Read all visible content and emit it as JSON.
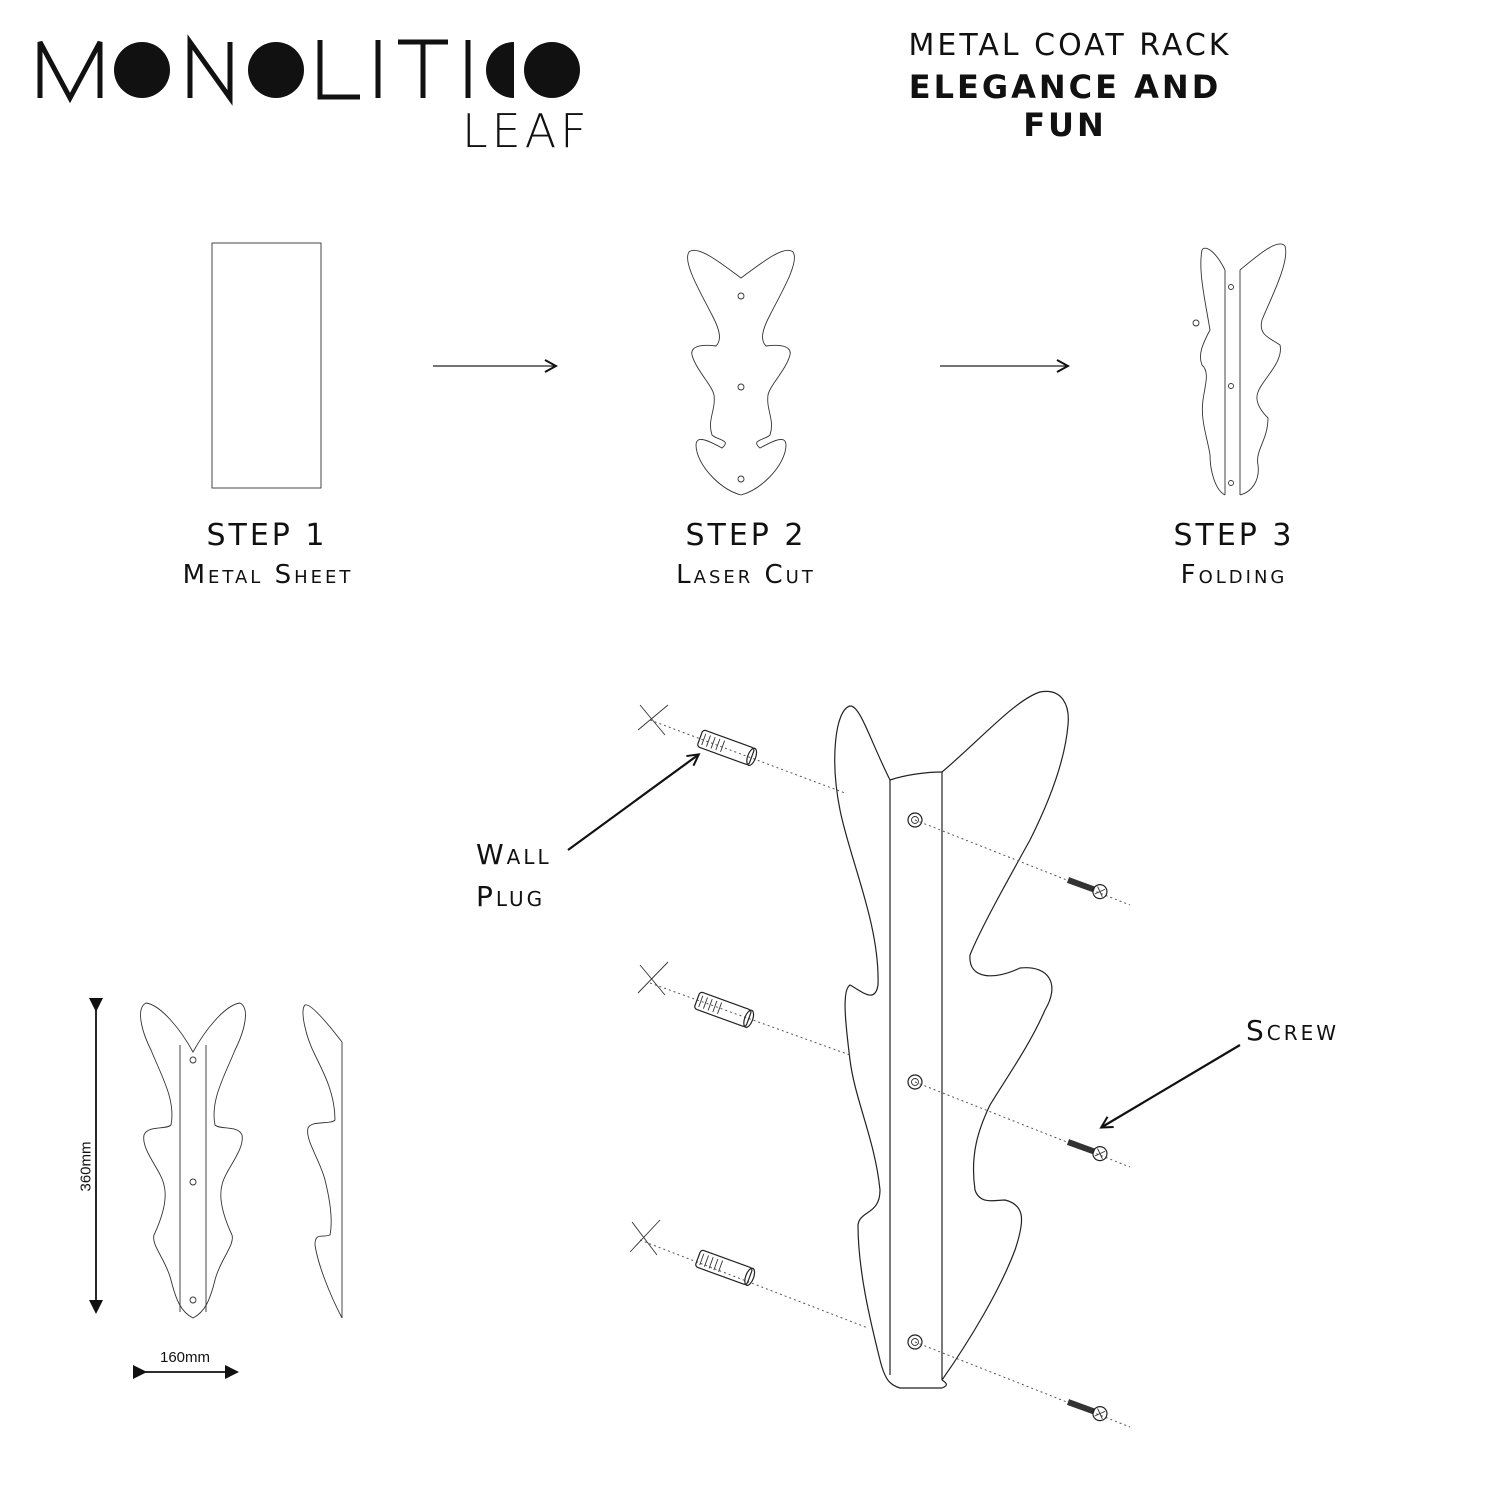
{
  "brand": {
    "name": "MONOLITICO",
    "model": "LEAF"
  },
  "header": {
    "line1": "METAL COAT RACK",
    "line2": "ELEGANCE AND FUN"
  },
  "steps": [
    {
      "number": "STEP 1",
      "name": "Metal Sheet"
    },
    {
      "number": "STEP 2",
      "name": "Laser Cut"
    },
    {
      "number": "STEP 3",
      "name": "Folding"
    }
  ],
  "callouts": {
    "wall_plug_1": "Wall",
    "wall_plug_2": "Plug",
    "screw": "Screw"
  },
  "dimensions": {
    "height": "360mm",
    "width": "160mm"
  }
}
